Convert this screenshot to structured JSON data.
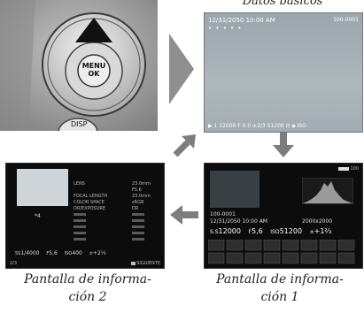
{
  "captions": {
    "basic": "Datos básicos",
    "info1_line1": "Pantalla de informa-",
    "info1_line2": "ción 1",
    "info2_line1": "Pantalla de informa-",
    "info2_line2": "ción 2"
  },
  "camera": {
    "menu_line1": "MENU",
    "menu_line2": "OK",
    "disp": "DISP"
  },
  "basic_screen": {
    "datetime": "12/31/2050 10:00 AM",
    "file_id": "100-0001",
    "rating": "• • • • •",
    "bottom_bar": "▶ 1  12000  F 0.0  ±2/3  S1200  ⊡ ▪  ISO"
  },
  "info1_screen": {
    "battery": "100",
    "file_id": "100-0001",
    "datetime": "12/31/2050 10:00 AM",
    "resolution": "2000x2000",
    "shutter": "12000",
    "aperture": "5,6",
    "iso": "51200",
    "exposure_comp": "+1⅔"
  },
  "info2_screen": {
    "counter": "*4",
    "labels": [
      "LENS",
      "FOCAL LENGTH",
      "COLOR SPACE",
      "DR/EXPOSURE"
    ],
    "values": [
      "23.0mm",
      "F5.6",
      "23.0mm",
      "sRGB",
      "DR"
    ],
    "shutter": "1/4000",
    "aperture": "5,6",
    "iso": "400",
    "exposure_comp": "+2⅓",
    "page": "2/3",
    "next_label": "SIGUIENTE"
  }
}
